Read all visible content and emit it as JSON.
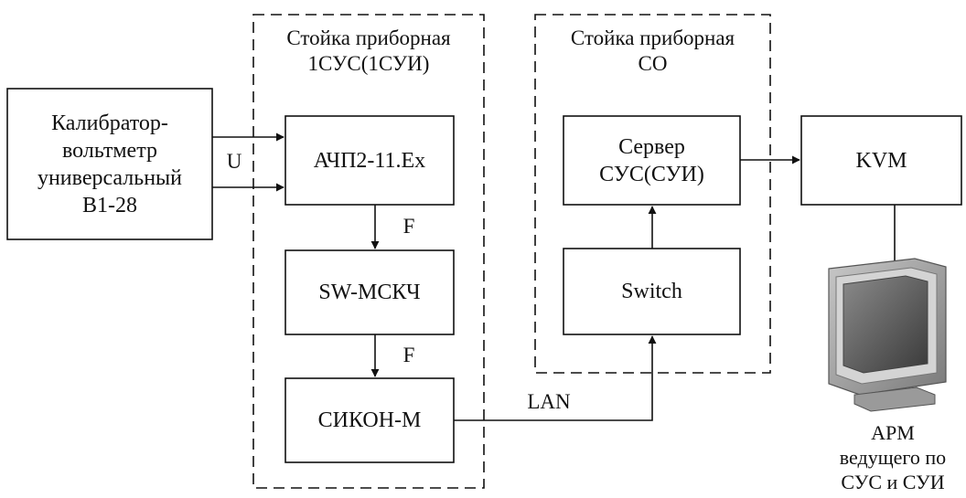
{
  "racks": {
    "rack1": {
      "title_line1": "Стойка приборная",
      "title_line2": "1СУС(1СУИ)"
    },
    "rack2": {
      "title_line1": "Стойка приборная",
      "title_line2": "СО"
    }
  },
  "blocks": {
    "calibrator": {
      "line1": "Калибратор-",
      "line2": "вольтметр",
      "line3": "универсальный",
      "line4": "В1-28"
    },
    "achp": {
      "label": "АЧП2-11.Ex"
    },
    "sw": {
      "label": "SW-МСКЧ"
    },
    "sikon": {
      "label": "СИКОН-М"
    },
    "server": {
      "line1": "Сервер",
      "line2": "СУС(СУИ)"
    },
    "switch": {
      "label": "Switch"
    },
    "kvm": {
      "label": "KVM"
    }
  },
  "signals": {
    "u": "U",
    "f1": "F",
    "f2": "F",
    "lan": "LAN"
  },
  "workstation": {
    "line1": "АРМ",
    "line2": "ведущего по",
    "line3": "СУС и СУИ"
  },
  "colors": {
    "line": "#111111",
    "monitor_frame": "#9a9a9a",
    "monitor_screen": "#5a5a5a"
  }
}
